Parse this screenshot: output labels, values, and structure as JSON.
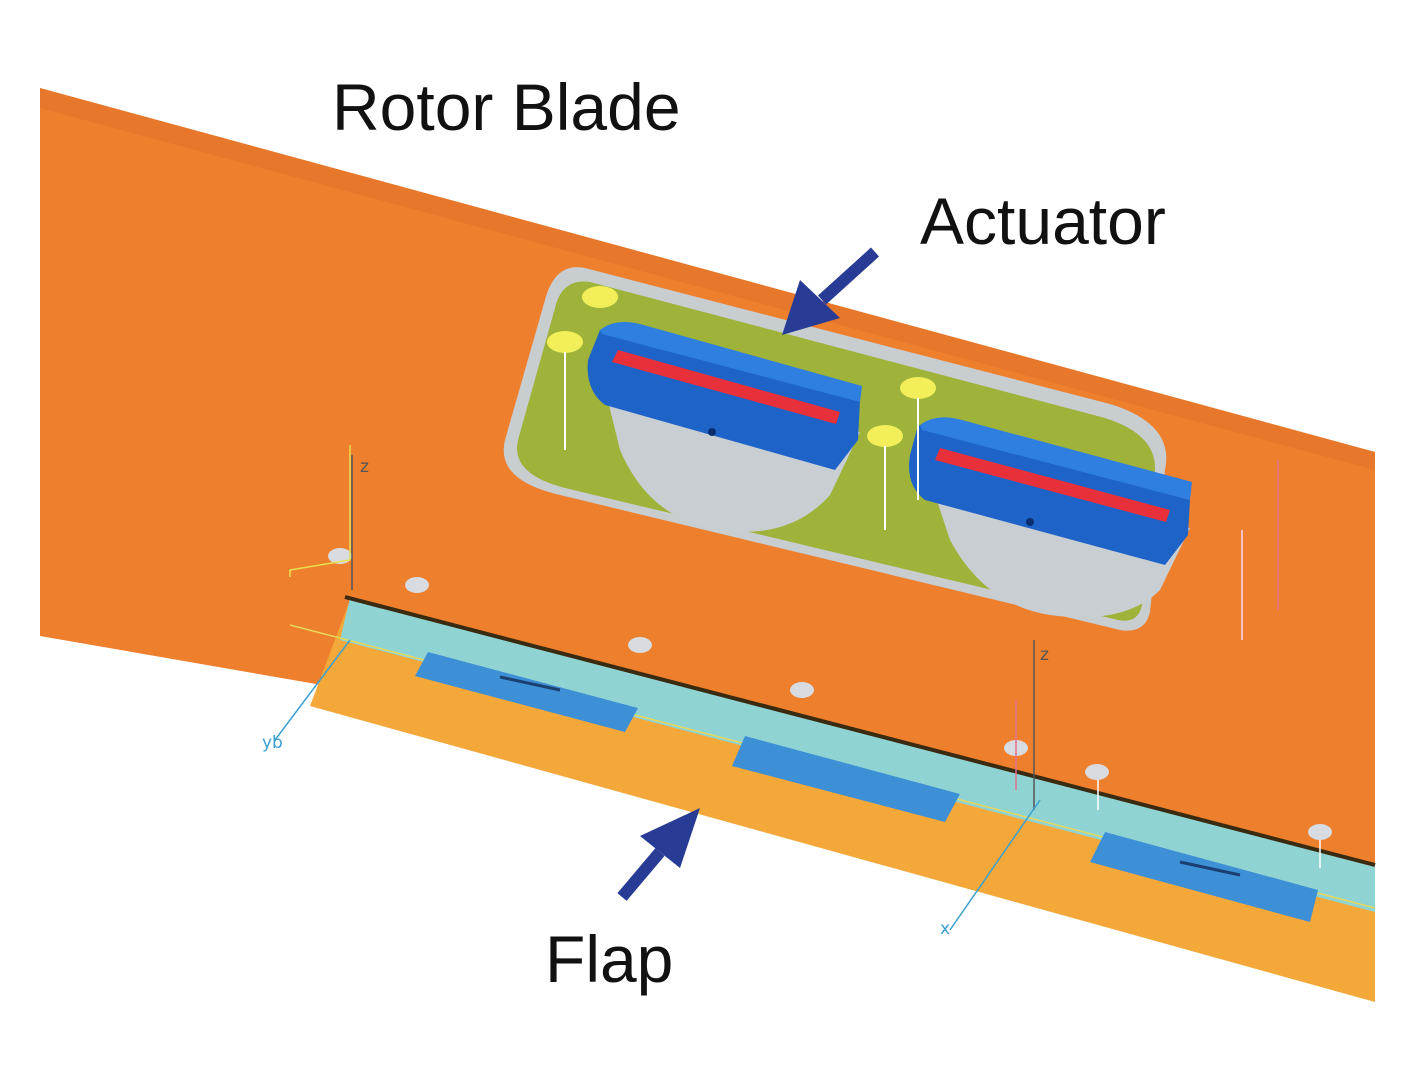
{
  "labels": {
    "rotor_blade": "Rotor Blade",
    "actuator": "Actuator",
    "flap": "Flap"
  },
  "axis_markers": {
    "z1": "z",
    "y1": "yb",
    "z2": "z",
    "x2": "x"
  },
  "colors": {
    "blade": "#ee7f2c",
    "flap": "#f5a83a",
    "flap_strip": "#8fd3d3",
    "tab": "#3d8fd6",
    "pocket": "#9fb33a",
    "actuator_blue": "#1e64c8",
    "actuator_red": "#e8303a",
    "arrow": "#283c96"
  }
}
